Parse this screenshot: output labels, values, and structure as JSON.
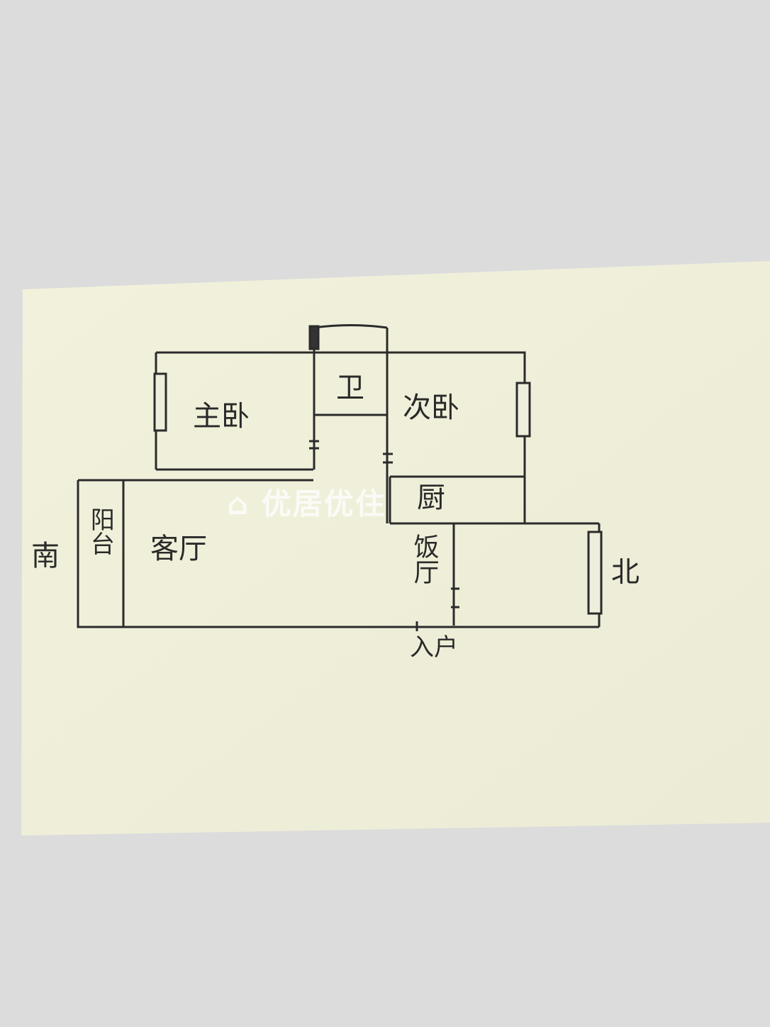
{
  "rooms": {
    "master_bedroom": "主卧",
    "bathroom": "卫",
    "second_bedroom": "次卧",
    "kitchen": "厨",
    "living_room": "客厅",
    "dining_room": "饭厅",
    "balcony": "阳台",
    "entrance": "入户"
  },
  "directions": {
    "south": "南",
    "north": "北"
  },
  "watermark": "优居优住"
}
